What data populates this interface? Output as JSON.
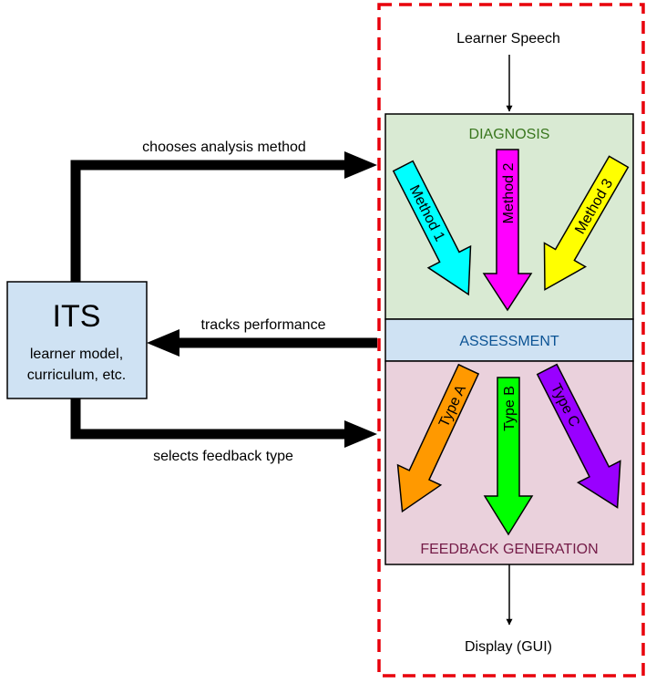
{
  "its": {
    "title": "ITS",
    "subtitle_line1": "learner model,",
    "subtitle_line2": "curriculum, etc."
  },
  "edges": {
    "chooses": "chooses analysis method",
    "tracks": "tracks performance",
    "selects": "selects feedback type"
  },
  "input_label": "Learner Speech",
  "output_label": "Display (GUI)",
  "diagnosis": {
    "title": "DIAGNOSIS",
    "methods": [
      "Method 1",
      "Method 2",
      "Method 3"
    ]
  },
  "assessment": {
    "title": "ASSESSMENT"
  },
  "feedback": {
    "title": "FEEDBACK GENERATION",
    "types": [
      "Type A",
      "Type B",
      "Type C"
    ]
  },
  "colors": {
    "its_fill": "#cfe2f3",
    "diagnosis_fill": "#d9ead3",
    "diagnosis_text": "#38761d",
    "assessment_fill": "#cfe2f3",
    "assessment_text": "#0b5394",
    "feedback_fill": "#ead1dc",
    "feedback_text": "#741b47",
    "dashed_border": "#e8000b",
    "method1": "#00ffff",
    "method2": "#ff00ff",
    "method3": "#ffff00",
    "typeA": "#ff9900",
    "typeB": "#00ff00",
    "typeC": "#9900ff"
  }
}
